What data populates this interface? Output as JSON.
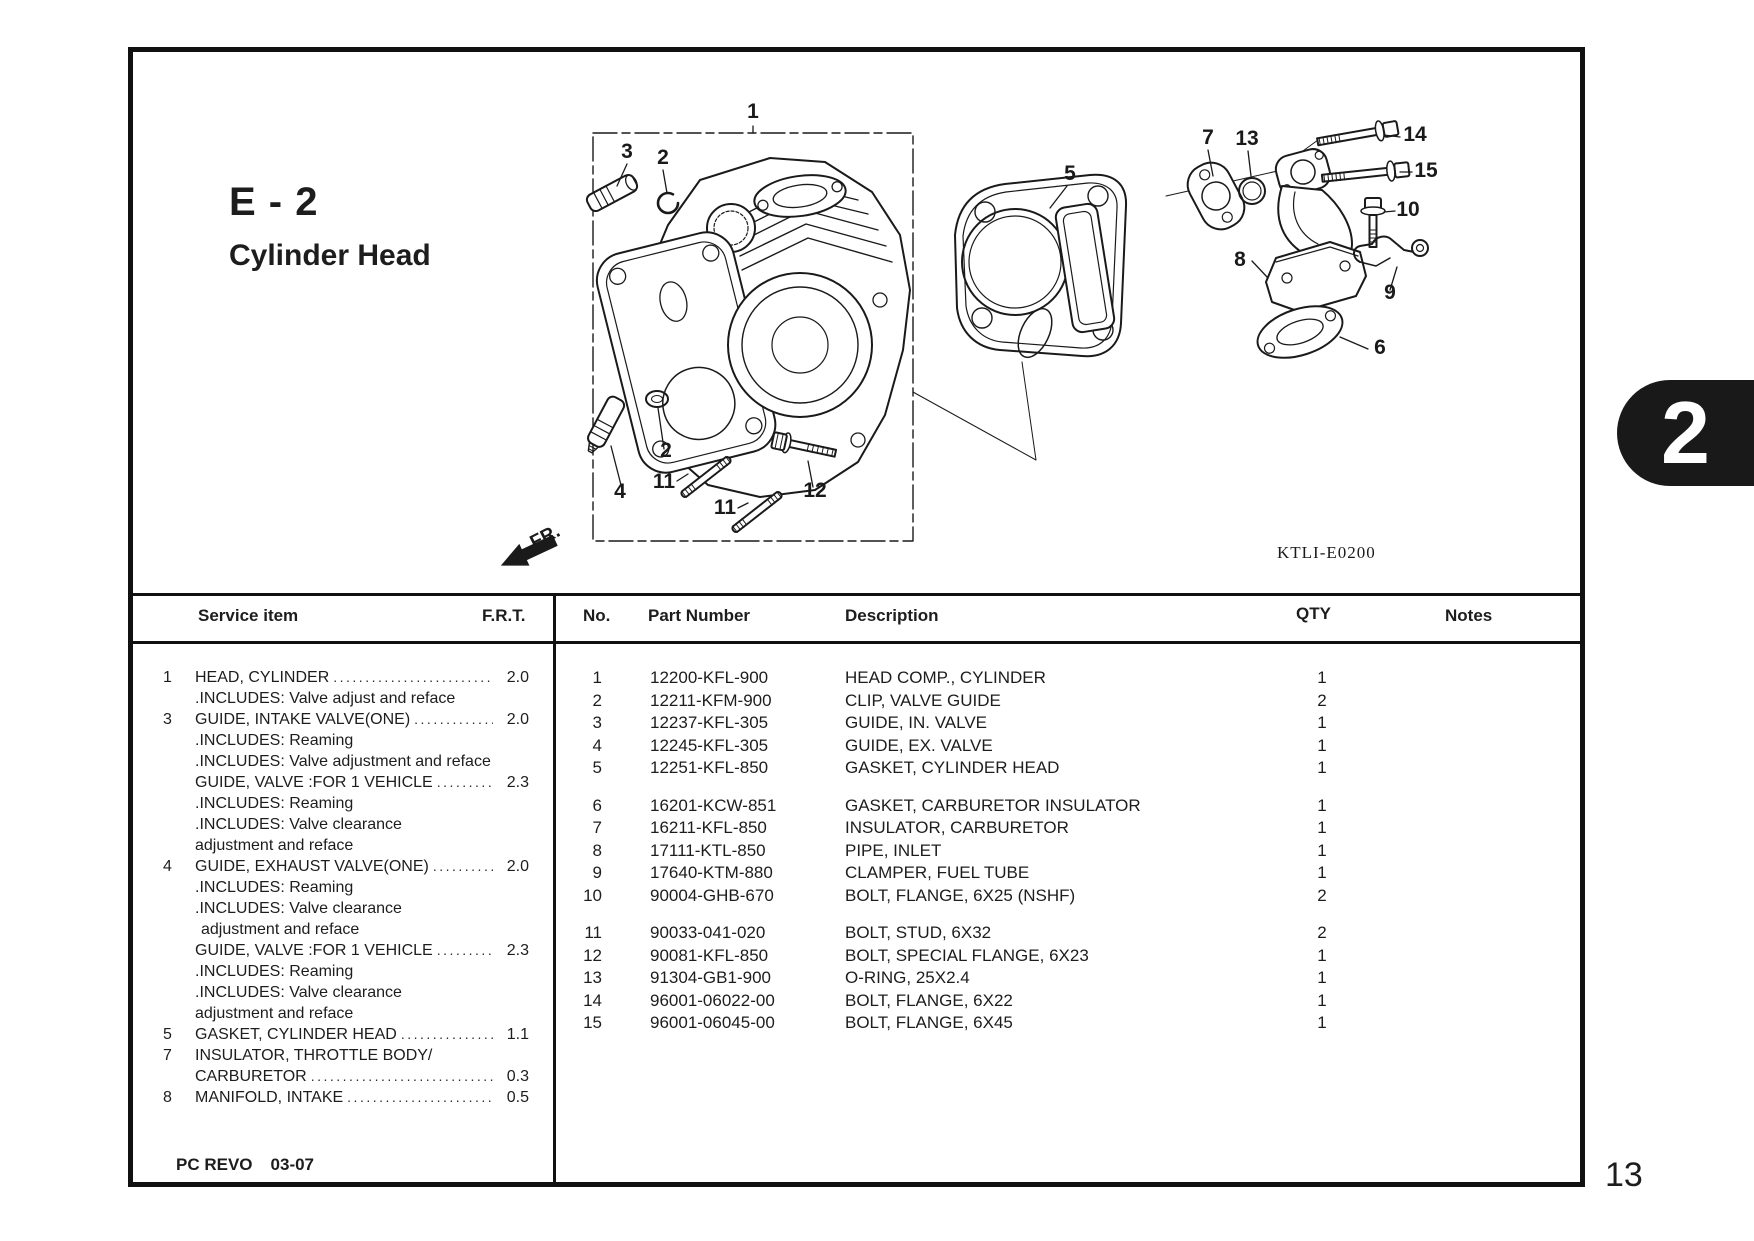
{
  "header": {
    "section_code": "E - 2",
    "section_title": "Cylinder Head"
  },
  "diagram": {
    "code": "KTLI-E0200",
    "fr_label": "FR.",
    "callouts": [
      {
        "label": "1"
      },
      {
        "label": "3"
      },
      {
        "label": "2"
      },
      {
        "label": "5"
      },
      {
        "label": "7"
      },
      {
        "label": "13"
      },
      {
        "label": "14"
      },
      {
        "label": "15"
      },
      {
        "label": "10"
      },
      {
        "label": "8"
      },
      {
        "label": "9"
      },
      {
        "label": "6"
      },
      {
        "label": "2"
      },
      {
        "label": "4"
      },
      {
        "label": "11"
      },
      {
        "label": "11"
      },
      {
        "label": "12"
      }
    ]
  },
  "service_table": {
    "headers": {
      "item": "Service item",
      "frt": "F.R.T."
    },
    "rows": [
      {
        "num": "1",
        "text": "HEAD, CYLINDER",
        "frt": "2.0"
      },
      {
        "num": "",
        "text": ".INCLUDES: Valve adjust and reface"
      },
      {
        "num": "3",
        "text": "GUIDE, INTAKE VALVE(ONE)",
        "frt": "2.0"
      },
      {
        "num": "",
        "text": ".INCLUDES: Reaming"
      },
      {
        "num": "",
        "text": ".INCLUDES: Valve adjustment and reface"
      },
      {
        "num": "",
        "text": "GUIDE, VALVE :FOR 1 VEHICLE",
        "frt": "2.3"
      },
      {
        "num": "",
        "text": ".INCLUDES: Reaming"
      },
      {
        "num": "",
        "text": ".INCLUDES: Valve clearance"
      },
      {
        "num": "",
        "text": "adjustment and reface"
      },
      {
        "num": "4",
        "text": "GUIDE, EXHAUST VALVE(ONE)",
        "frt": "2.0"
      },
      {
        "num": "",
        "text": ".INCLUDES: Reaming"
      },
      {
        "num": "",
        "text": ".INCLUDES: Valve clearance"
      },
      {
        "num": "",
        "text": "adjustment and reface",
        "indent": true
      },
      {
        "num": "",
        "text": "GUIDE, VALVE :FOR 1 VEHICLE",
        "frt": "2.3"
      },
      {
        "num": "",
        "text": ".INCLUDES: Reaming"
      },
      {
        "num": "",
        "text": ".INCLUDES: Valve clearance"
      },
      {
        "num": "",
        "text": "adjustment and reface"
      },
      {
        "num": "5",
        "text": "GASKET, CYLINDER HEAD",
        "frt": "1.1"
      },
      {
        "num": "7",
        "text": "INSULATOR, THROTTLE BODY/"
      },
      {
        "num": "",
        "text": "CARBURETOR",
        "frt": "0.3"
      },
      {
        "num": "8",
        "text": "MANIFOLD, INTAKE",
        "frt": "0.5"
      }
    ]
  },
  "parts_table": {
    "headers": {
      "no": "No.",
      "part_number": "Part Number",
      "description": "Description",
      "qty": "QTY",
      "notes": "Notes"
    },
    "rows": [
      {
        "no": "1",
        "part": "12200-KFL-900",
        "desc": "HEAD COMP., CYLINDER",
        "qty": "1"
      },
      {
        "no": "2",
        "part": "12211-KFM-900",
        "desc": "CLIP, VALVE GUIDE",
        "qty": "2"
      },
      {
        "no": "3",
        "part": "12237-KFL-305",
        "desc": "GUIDE, IN. VALVE",
        "qty": "1"
      },
      {
        "no": "4",
        "part": "12245-KFL-305",
        "desc": "GUIDE, EX. VALVE",
        "qty": "1"
      },
      {
        "no": "5",
        "part": "12251-KFL-850",
        "desc": "GASKET, CYLINDER HEAD",
        "qty": "1"
      },
      {
        "no": "6",
        "part": "16201-KCW-851",
        "desc": "GASKET, CARBURETOR INSULATOR",
        "qty": "1",
        "gap": true
      },
      {
        "no": "7",
        "part": "16211-KFL-850",
        "desc": "INSULATOR, CARBURETOR",
        "qty": "1"
      },
      {
        "no": "8",
        "part": "17111-KTL-850",
        "desc": "PIPE, INLET",
        "qty": "1"
      },
      {
        "no": "9",
        "part": "17640-KTM-880",
        "desc": "CLAMPER, FUEL TUBE",
        "qty": "1"
      },
      {
        "no": "10",
        "part": "90004-GHB-670",
        "desc": "BOLT, FLANGE, 6X25 (NSHF)",
        "qty": "2"
      },
      {
        "no": "11",
        "part": "90033-041-020",
        "desc": "BOLT, STUD, 6X32",
        "qty": "2",
        "gap": true
      },
      {
        "no": "12",
        "part": "90081-KFL-850",
        "desc": "BOLT, SPECIAL FLANGE, 6X23",
        "qty": "1"
      },
      {
        "no": "13",
        "part": "91304-GB1-900",
        "desc": "O-RING, 25X2.4",
        "qty": "1"
      },
      {
        "no": "14",
        "part": "96001-06022-00",
        "desc": "BOLT, FLANGE, 6X22",
        "qty": "1"
      },
      {
        "no": "15",
        "part": "96001-06045-00",
        "desc": "BOLT, FLANGE, 6X45",
        "qty": "1"
      }
    ]
  },
  "footer": {
    "catalog": "PC REVO",
    "date": "03-07",
    "page_number": "13"
  },
  "chapter_badge": {
    "label": "2",
    "color": "#191919"
  }
}
